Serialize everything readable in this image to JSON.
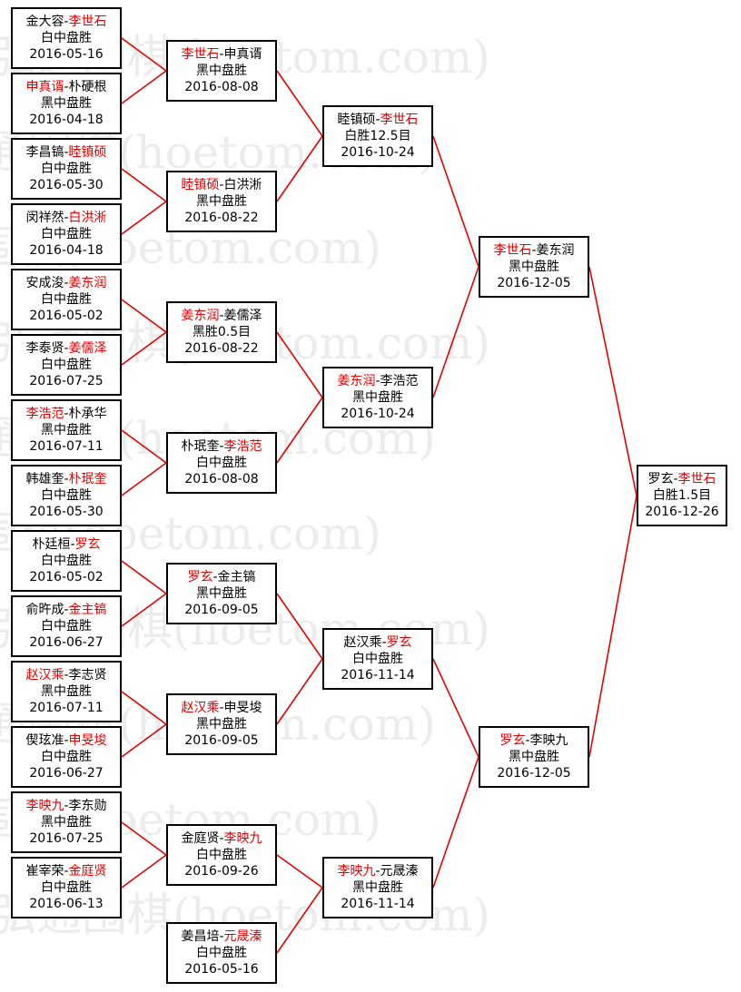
{
  "watermark": {
    "text": "弘通围棋(hoetom.com)"
  },
  "matches": [
    {
      "id": "r1m1",
      "a": "金大容",
      "b": "李世石",
      "winner": "b",
      "result": "白中盘胜",
      "date": "2016-05-16"
    },
    {
      "id": "r1m2",
      "a": "申真谞",
      "b": "朴硬根",
      "winner": "a",
      "result": "黑中盘胜",
      "date": "2016-04-18"
    },
    {
      "id": "r1m3",
      "a": "李昌镐",
      "b": "睦镇硕",
      "winner": "b",
      "result": "白中盘胜",
      "date": "2016-05-30"
    },
    {
      "id": "r1m4",
      "a": "闵祥然",
      "b": "白洪淅",
      "winner": "b",
      "result": "白中盘胜",
      "date": "2016-04-18"
    },
    {
      "id": "r1m5",
      "a": "安成浚",
      "b": "姜东润",
      "winner": "b",
      "result": "白中盘胜",
      "date": "2016-05-02"
    },
    {
      "id": "r1m6",
      "a": "李泰贤",
      "b": "姜儒泽",
      "winner": "b",
      "result": "白中盘胜",
      "date": "2016-07-25"
    },
    {
      "id": "r1m7",
      "a": "李浩范",
      "b": "朴承华",
      "winner": "a",
      "result": "黑中盘胜",
      "date": "2016-07-11"
    },
    {
      "id": "r1m8",
      "a": "韩雄奎",
      "b": "朴珉奎",
      "winner": "b",
      "result": "白中盘胜",
      "date": "2016-05-30"
    },
    {
      "id": "r1m9",
      "a": "朴廷桓",
      "b": "罗玄",
      "winner": "b",
      "result": "白中盘胜",
      "date": "2016-05-02"
    },
    {
      "id": "r1m10",
      "a": "俞旿成",
      "b": "金主镐",
      "winner": "b",
      "result": "白中盘胜",
      "date": "2016-06-27"
    },
    {
      "id": "r1m11",
      "a": "赵汉乘",
      "b": "李志贤",
      "winner": "a",
      "result": "黑中盘胜",
      "date": "2016-07-11"
    },
    {
      "id": "r1m12",
      "a": "偰玹准",
      "b": "申旻埈",
      "winner": "b",
      "result": "白中盘胜",
      "date": "2016-06-27"
    },
    {
      "id": "r1m13",
      "a": "李映九",
      "b": "李东勋",
      "winner": "a",
      "result": "黑中盘胜",
      "date": "2016-07-25"
    },
    {
      "id": "r1m14",
      "a": "崔宰荣",
      "b": "金庭贤",
      "winner": "b",
      "result": "白中盘胜",
      "date": "2016-06-13"
    },
    {
      "id": "r2m1",
      "a": "李世石",
      "b": "申真谞",
      "winner": "a",
      "result": "黑中盘胜",
      "date": "2016-08-08"
    },
    {
      "id": "r2m2",
      "a": "睦镇硕",
      "b": "白洪淅",
      "winner": "a",
      "result": "黑中盘胜",
      "date": "2016-08-22"
    },
    {
      "id": "r2m3",
      "a": "姜东润",
      "b": "姜儒泽",
      "winner": "a",
      "result": "黑胜0.5目",
      "date": "2016-08-22"
    },
    {
      "id": "r2m4",
      "a": "朴珉奎",
      "b": "李浩范",
      "winner": "b",
      "result": "白中盘胜",
      "date": "2016-08-08"
    },
    {
      "id": "r2m5",
      "a": "罗玄",
      "b": "金主镐",
      "winner": "a",
      "result": "黑中盘胜",
      "date": "2016-09-05"
    },
    {
      "id": "r2m6",
      "a": "赵汉乘",
      "b": "申旻埈",
      "winner": "a",
      "result": "黑中盘胜",
      "date": "2016-09-05"
    },
    {
      "id": "r2m7",
      "a": "金庭贤",
      "b": "李映九",
      "winner": "b",
      "result": "白中盘胜",
      "date": "2016-09-26"
    },
    {
      "id": "r2m8",
      "a": "姜昌培",
      "b": "元晟溱",
      "winner": "b",
      "result": "白中盘胜",
      "date": "2016-05-16"
    },
    {
      "id": "r3m1",
      "a": "睦镇硕",
      "b": "李世石",
      "winner": "b",
      "result": "白胜12.5目",
      "date": "2016-10-24"
    },
    {
      "id": "r3m2",
      "a": "姜东润",
      "b": "李浩范",
      "winner": "a",
      "result": "黑中盘胜",
      "date": "2016-10-24"
    },
    {
      "id": "r3m3",
      "a": "赵汉乘",
      "b": "罗玄",
      "winner": "b",
      "result": "白中盘胜",
      "date": "2016-11-14"
    },
    {
      "id": "r3m4",
      "a": "李映九",
      "b": "元晟溱",
      "winner": "a",
      "result": "黑中盘胜",
      "date": "2016-11-14"
    },
    {
      "id": "r4m1",
      "a": "李世石",
      "b": "姜东润",
      "winner": "a",
      "result": "黑中盘胜",
      "date": "2016-12-05"
    },
    {
      "id": "r4m2",
      "a": "罗玄",
      "b": "李映九",
      "winner": "a",
      "result": "黑中盘胜",
      "date": "2016-12-05"
    },
    {
      "id": "r5m1",
      "a": "罗玄",
      "b": "李世石",
      "winner": "b",
      "result": "白胜1.5目",
      "date": "2016-12-26"
    }
  ]
}
